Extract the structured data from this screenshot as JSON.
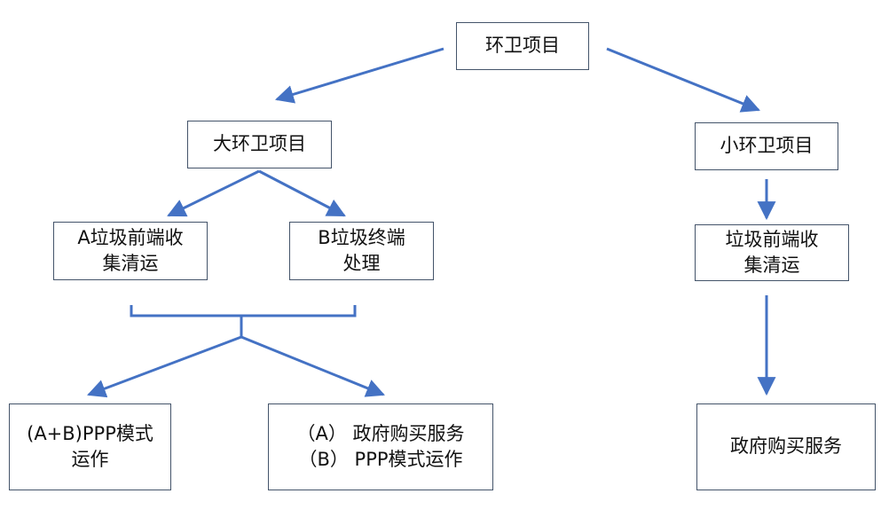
{
  "colors": {
    "arrow": "#4472c4",
    "box_border": "#44546a",
    "text": "#111111",
    "background": "#ffffff"
  },
  "nodes": {
    "root": "环卫项目",
    "big": "大环卫项目",
    "small": "小环卫项目",
    "a_collect": "A垃圾前端收\n集清运",
    "b_process": "B垃圾终端\n处理",
    "small_collect": "垃圾前端收\n集清运",
    "ppp_ab": "(A+B)PPP模式\n运作",
    "mixed": {
      "line1": "（A） 政府购买服务",
      "line2": "（B） PPP模式运作"
    },
    "gov_buy": "政府购买服务"
  }
}
